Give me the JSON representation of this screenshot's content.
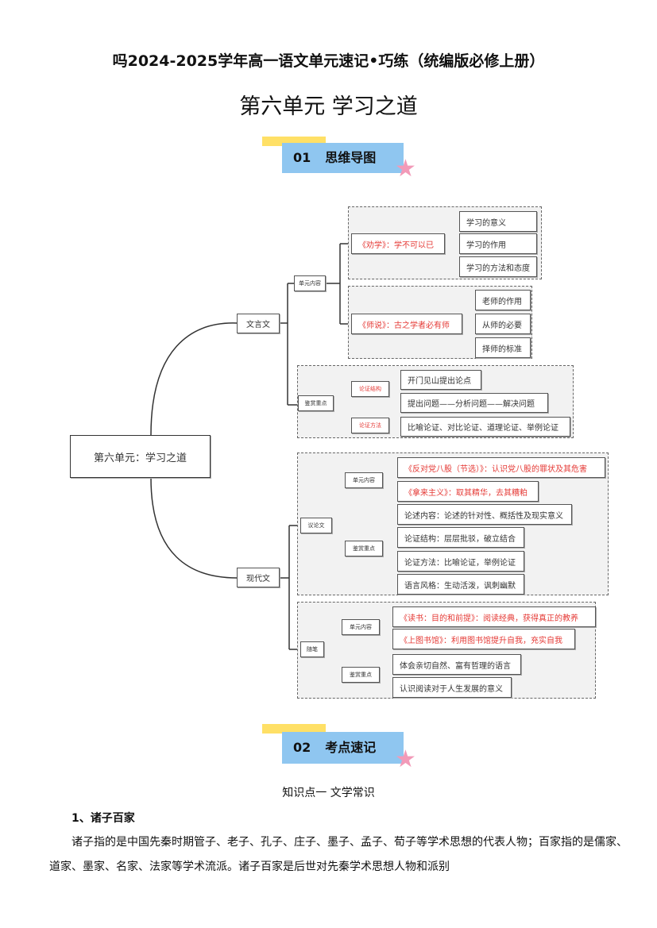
{
  "header": {
    "title": "吗2024-2025学年高一语文单元速记•巧练（统编版必修上册）",
    "unit_title": "第六单元  学习之道"
  },
  "sections": [
    {
      "num": "01",
      "label": "思维导图"
    },
    {
      "num": "02",
      "label": "考点速记"
    }
  ],
  "mindmap": {
    "root": "第六单元：学习之道",
    "classical": {
      "label": "文言文",
      "unit_content": "单元内容",
      "appreciation": "鉴赏重点",
      "quanxue": {
        "label": "《劝学》：学不可以已",
        "children": [
          "学习的意义",
          "学习的作用",
          "学习的方法和态度"
        ]
      },
      "shishuo": {
        "label": "《师说》：古之学者必有师",
        "children": [
          "老师的作用",
          "从师的必要",
          "择师的标准"
        ]
      },
      "structure": {
        "label": "论证结构",
        "children": [
          "开门见山提出论点",
          "提出问题——分析问题——解决问题"
        ]
      },
      "method": {
        "label": "论证方法",
        "children": [
          "比喻论证、对比论证、道理论证、举例论证"
        ]
      }
    },
    "modern": {
      "label": "现代文",
      "argumentative": {
        "label": "议论文",
        "unit_content": "单元内容",
        "appreciation": "鉴赏重点",
        "texts": [
          "《反对党八股（节选）》：认识党八股的罪状及其危害",
          "《拿来主义》：取其精华，去其糟粕"
        ],
        "points": [
          "论述内容：论述的针对性、概括性及现实意义",
          "论证结构：层层批驳，破立结合",
          "论证方法：比喻论证，举例论证",
          "语言风格：生动活泼，讽刺幽默"
        ]
      },
      "essay": {
        "label": "随笔",
        "unit_content": "单元内容",
        "appreciation": "鉴赏重点",
        "texts": [
          "《读书：目的和前提》：阅读经典，获得真正的教养",
          "《上图书馆》：利用图书馆提升自我，充实自我"
        ],
        "points": [
          "体会亲切自然、富有哲理的语言",
          "认识阅读对于人生发展的意义"
        ]
      }
    }
  },
  "knowledge": {
    "heading": "知识点一  文学常识",
    "subheading": "1、诸子百家",
    "paragraph": "诸子指的是中国先秦时期管子、老子、孔子、庄子、墨子、孟子、荀子等学术思想的代表人物；百家指的是儒家、道家、墨家、名家、法家等学术流派。诸子百家是后世对先秦学术思想人物和派别"
  },
  "colors": {
    "accent_blue": "#8fc6f0",
    "accent_yellow": "#ffe066",
    "star_pink": "#f29ab8",
    "red_text": "#e53935"
  }
}
